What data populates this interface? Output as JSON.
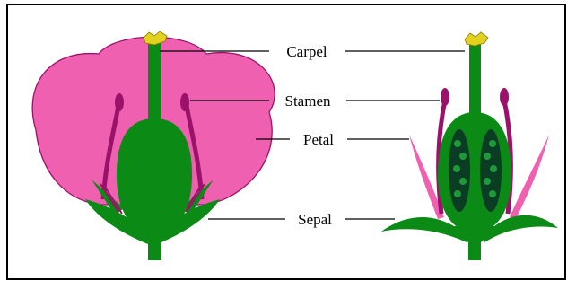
{
  "diagram": {
    "labels": {
      "carpel": "Carpel",
      "stamen": "Stamen",
      "petal": "Petal",
      "sepal": "Sepal"
    },
    "colors": {
      "petal": "#f060b0",
      "green": "#0b8a16",
      "dark_green": "#065c0c",
      "stamen": "#9a1269",
      "stigma": "#e3d21d",
      "ovary_inside": "#0b3d24",
      "ovule": "#1f9a3a"
    }
  }
}
